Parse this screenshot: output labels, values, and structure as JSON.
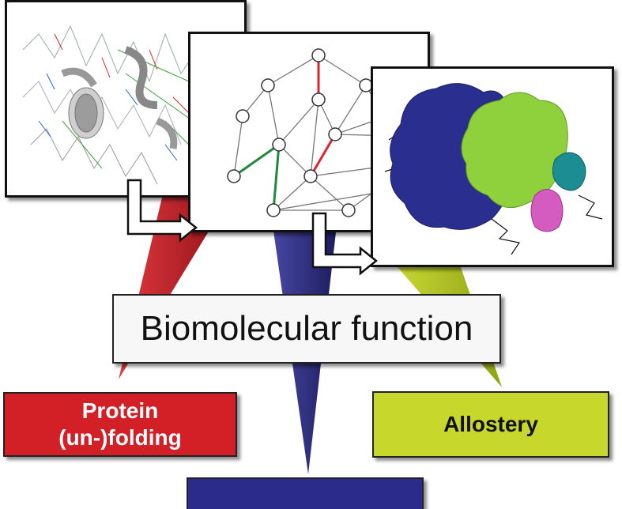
{
  "title": "Biomolecular function",
  "categories": [
    {
      "label_line1": "Protein",
      "label_line2": "(un-)folding",
      "color": "#d32027"
    },
    {
      "label": "Allostery",
      "color": "#c7d72c"
    },
    {
      "color": "#2b2b8c"
    }
  ],
  "colors": {
    "red_cone": "#c8202a",
    "blue_cone": "#2e2e86",
    "green_cone": "#b5c62a",
    "helix": "#c0c0c0",
    "edge_highlight_red": "#e0242b",
    "edge_highlight_green": "#1e8a3c",
    "surface_blue": "#2a2f8f",
    "surface_green": "#8ed13c",
    "surface_teal": "#1c8d92",
    "surface_pink": "#d45cc0"
  },
  "panels": [
    "protein-structure",
    "residue-network",
    "molecular-surface"
  ]
}
